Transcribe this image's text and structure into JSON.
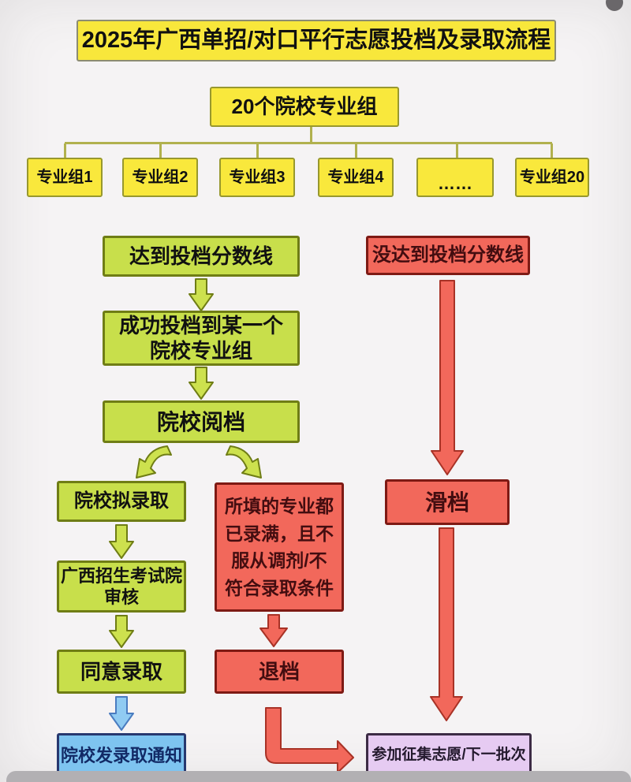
{
  "title": "2025年广西单招/对口平行志愿投档及录取流程",
  "tree": {
    "root_label": "20个院校专业组",
    "children": [
      {
        "label": "专业组1"
      },
      {
        "label": "专业组2"
      },
      {
        "label": "专业组3"
      },
      {
        "label": "专业组4"
      },
      {
        "label": "……"
      },
      {
        "label": "专业组20"
      }
    ]
  },
  "left_flow": {
    "reach_line": "达到投档分数线",
    "filed_to_group": "成功投档到某一个\n院校专业组",
    "college_review": "院校阅档",
    "proposed_admit": "院校拟录取",
    "gx_exam_review": "广西招生考试院\n审核",
    "agree_admit": "同意录取",
    "admission_notice": "院校发录取通知"
  },
  "middle_flow": {
    "majors_full": "所填的专业都\n已录满，且不\n服从调剂/不\n符合录取条件",
    "withdraw": "退档"
  },
  "right_flow": {
    "not_reach_line": "没达到投档分数线",
    "slip": "滑档",
    "collect_next": "参加征集志愿/下一批次"
  },
  "colors": {
    "yellow_fill": "#F9E83C",
    "yellow_border": "#98982e",
    "green_fill": "#C8DF4B",
    "green_border": "#6f7d15",
    "red_fill": "#F2685B",
    "red_border": "#7e1a14",
    "red_text": "#430d10",
    "blue_fill": "#7EC4F0",
    "blue_border": "#27386f",
    "purple_fill": "#E6CBF2",
    "purple_border": "#3c2b45"
  }
}
